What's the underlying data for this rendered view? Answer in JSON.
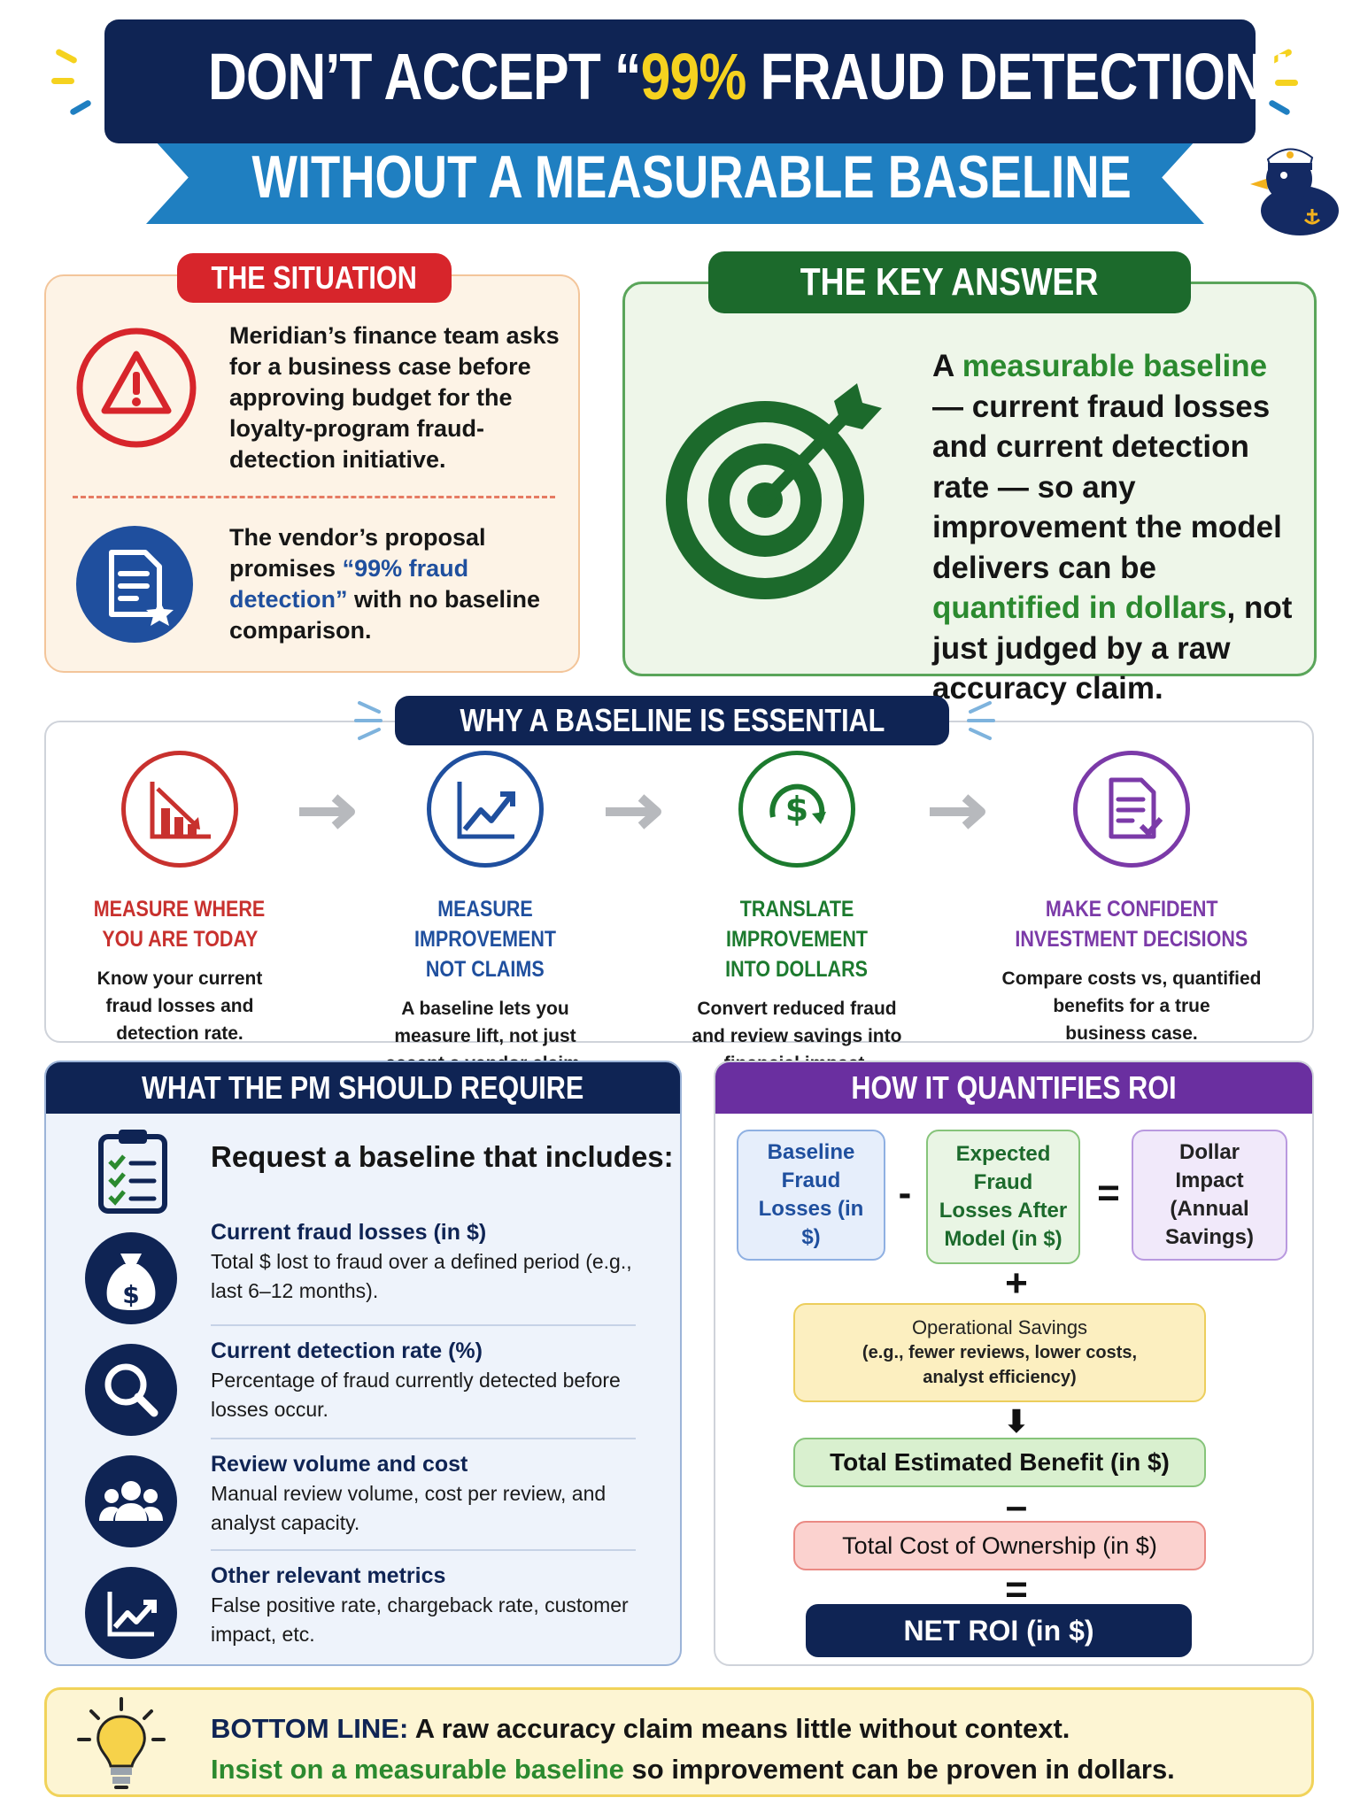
{
  "header": {
    "title_pre": "DON’T ACCEPT “",
    "title_highlight": "99%",
    "title_post": " FRAUD DETECTION”",
    "subtitle": "WITHOUT A MEASURABLE BASELINE"
  },
  "situation": {
    "label": "THE SITUATION",
    "text1": "Meridian’s finance team asks for a business case before approving budget for the loyalty-program fraud-detection initiative.",
    "text2_pre": "The vendor’s proposal promises ",
    "text2_highlight": "“99% fraud detection”",
    "text2_post": " with no baseline comparison."
  },
  "key_answer": {
    "label": "THE KEY ANSWER",
    "p1": "A ",
    "p1_hl": "measurable baseline",
    "p2": " — current fraud losses and current detection rate — so any improvement the model delivers can be ",
    "p2_hl": "quantified in dollars",
    "p3": ", not just judged by a raw accuracy claim."
  },
  "why": {
    "label": "WHY A BASELINE IS ESSENTIAL",
    "steps": [
      {
        "title1": "MEASURE WHERE",
        "title2": "YOU ARE TODAY",
        "desc1": "Know your current",
        "desc2": "fraud losses and",
        "desc3": "detection rate.",
        "color": "#c8312e"
      },
      {
        "title1": "MEASURE IMPROVEMENT",
        "title2": "NOT CLAIMS",
        "desc1": "A baseline lets you",
        "desc2": "measure lift, not just",
        "desc3": "accept a vendor claim.",
        "color": "#1f4f9e"
      },
      {
        "title1": "TRANSLATE IMPROVEMENT",
        "title2": "INTO DOLLARS",
        "desc1": "Convert reduced fraud",
        "desc2": "and review savings into",
        "desc3": "financial impact.",
        "color": "#1c7a2e"
      },
      {
        "title1": "MAKE CONFIDENT",
        "title2": "INVESTMENT DECISIONS",
        "desc1": "Compare costs vs, quantified",
        "desc2": "benefits for a true",
        "desc3": "business case.",
        "color": "#7b3aa8"
      }
    ]
  },
  "pm": {
    "label": "WHAT THE PM SHOULD REQUIRE",
    "request": "Request a baseline that includes:",
    "items": [
      {
        "title": "Current fraud losses (in $)",
        "desc": "Total $ lost to fraud over a defined period (e.g., last 6–12 months)."
      },
      {
        "title": "Current detection rate (%)",
        "desc": "Percentage of fraud currently detected before losses occur."
      },
      {
        "title": "Review volume and cost",
        "desc": "Manual review volume, cost per review, and analyst capacity."
      },
      {
        "title": "Other relevant metrics",
        "desc": "False positive rate, chargeback rate, customer impact, etc."
      }
    ]
  },
  "roi": {
    "label": "HOW IT QUANTIFIES ROI",
    "baseline": "Baseline Fraud Losses (in $)",
    "expected": "Expected Fraud Losses After Model (in $)",
    "impact": "Dollar Impact (Annual Savings)",
    "op_minus": "-",
    "op_equals": "=",
    "op_plus": "+",
    "op_down": "⬇",
    "op_minus2": "–",
    "op_equals2": "=",
    "operational_title": "Operational Savings",
    "operational_desc": "(e.g., fewer reviews, lower costs, analyst efficiency)",
    "total_benefit": "Total Estimated Benefit (in $)",
    "tco": "Total Cost of Ownership (in $)",
    "net": "NET ROI (in $)"
  },
  "bottom": {
    "label": "BOTTOM LINE:",
    "line1": "A raw accuracy claim means little without context.",
    "line2_hl": "Insist on a measurable baseline",
    "line2": " so improvement can be proven in dollars."
  }
}
